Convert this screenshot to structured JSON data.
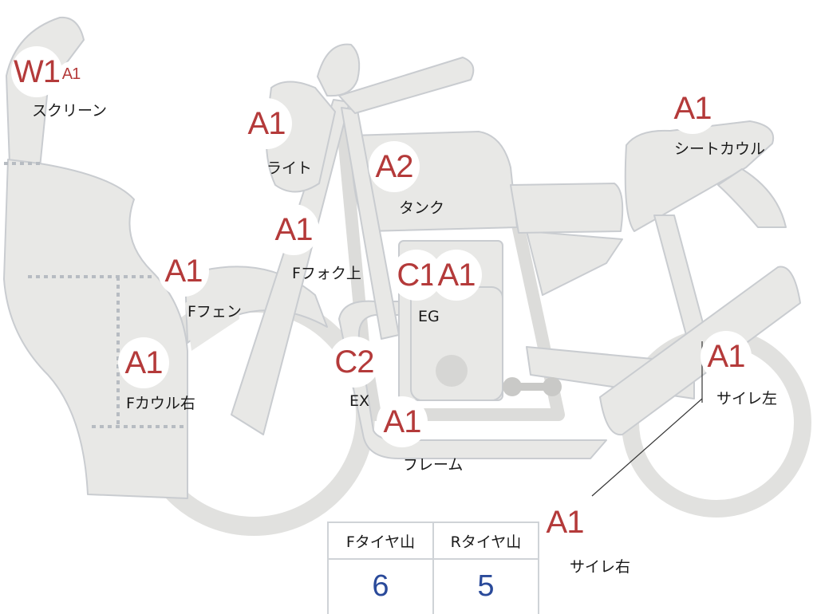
{
  "colors": {
    "part_fill": "#e8e8e6",
    "part_stroke": "#c9ccd0",
    "grade_text": "#b43a3a",
    "tire_value": "#2a4a9a"
  },
  "parts": {
    "screen": {
      "grade": "W1",
      "grade2": "A1",
      "label": "スクリーン"
    },
    "light": {
      "grade": "A1",
      "label": "ライト"
    },
    "tank": {
      "grade": "A2",
      "label": "タンク"
    },
    "seatcowl": {
      "grade": "A1",
      "label": "シートカウル"
    },
    "ffork": {
      "grade": "A1",
      "label": "Fフォク上"
    },
    "ffender": {
      "grade": "A1",
      "label": "Fフェン"
    },
    "engine": {
      "grade": "C1",
      "grade2": "A1",
      "label": "EG"
    },
    "fcowl": {
      "grade": "A1",
      "label": "Fカウル右"
    },
    "exhaust": {
      "grade": "C2",
      "label": "EX"
    },
    "frame": {
      "grade": "A1",
      "label": "フレーム"
    },
    "muffler_l": {
      "grade": "A1",
      "label": "サイレ左"
    },
    "muffler_r": {
      "grade": "A1",
      "label": "サイレ右"
    }
  },
  "tires": {
    "front": {
      "header": "Fタイヤ山",
      "value": "6"
    },
    "rear": {
      "header": "Rタイヤ山",
      "value": "5"
    }
  }
}
